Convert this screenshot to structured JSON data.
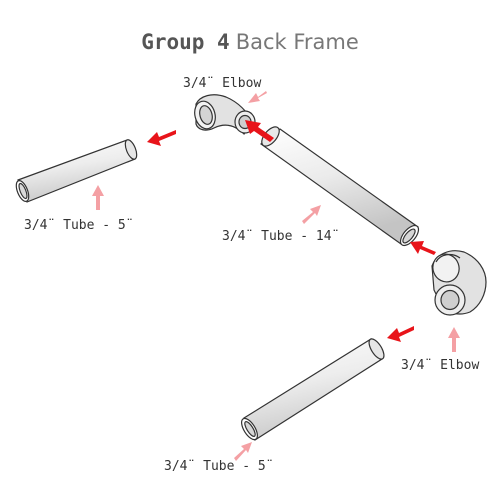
{
  "title": {
    "group": "Group 4",
    "name": "Back Frame"
  },
  "labels": {
    "elbow_top": "3/4¨ Elbow",
    "tube_left": "3/4¨ Tube - 5¨",
    "tube_long": "3/4¨ Tube - 14¨",
    "elbow_right": "3/4¨ Elbow",
    "tube_bottom": "3/4¨ Tube - 5¨"
  },
  "colors": {
    "assembly_arrow": "#e8141a",
    "pointer_arrow": "#f4a0a4",
    "pipe_fill": "#e6e6e6",
    "pipe_stroke": "#333333"
  }
}
